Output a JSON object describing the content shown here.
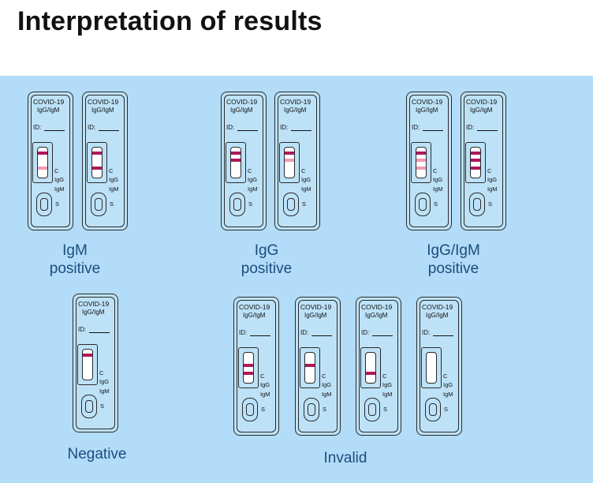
{
  "title": "Interpretation of results",
  "cassette_text": {
    "line1": "COVID-19",
    "line2": "IgG/IgM",
    "id_label": "ID:",
    "c_label": "C",
    "igg_label": "IgG",
    "igm_label": "IgM",
    "s_label": "S"
  },
  "colors": {
    "panel": "#b2dcf7",
    "strong_band": "#b0185a",
    "faint_band": "#f29ab2",
    "caption": "#1b4d80"
  },
  "groups": [
    {
      "caption_line1": "IgM",
      "caption_line2": "positive"
    },
    {
      "caption_line1": "IgG",
      "caption_line2": "positive"
    },
    {
      "caption_line1": "IgG/IgM",
      "caption_line2": "positive"
    },
    {
      "caption_line1": "Negative",
      "caption_line2": ""
    },
    {
      "caption_line1": "Invalid",
      "caption_line2": ""
    }
  ],
  "cassettes": [
    {
      "group": "IgM positive",
      "C": "strong",
      "IgG": "none",
      "IgM": "faint"
    },
    {
      "group": "IgM positive",
      "C": "strong",
      "IgG": "none",
      "IgM": "strong"
    },
    {
      "group": "IgG positive",
      "C": "strong",
      "IgG": "strong",
      "IgM": "none"
    },
    {
      "group": "IgG positive",
      "C": "strong",
      "IgG": "faint",
      "IgM": "none"
    },
    {
      "group": "IgG/IgM positive",
      "C": "strong",
      "IgG": "faint",
      "IgM": "faint"
    },
    {
      "group": "IgG/IgM positive",
      "C": "strong",
      "IgG": "strong",
      "IgM": "strong"
    },
    {
      "group": "Negative",
      "C": "strong",
      "IgG": "none",
      "IgM": "none"
    },
    {
      "group": "Invalid",
      "C": "none",
      "IgG": "strong",
      "IgM": "strong"
    },
    {
      "group": "Invalid",
      "C": "none",
      "IgG": "strong",
      "IgM": "none"
    },
    {
      "group": "Invalid",
      "C": "none",
      "IgG": "none",
      "IgM": "strong"
    },
    {
      "group": "Invalid",
      "C": "none",
      "IgG": "none",
      "IgM": "none"
    }
  ]
}
